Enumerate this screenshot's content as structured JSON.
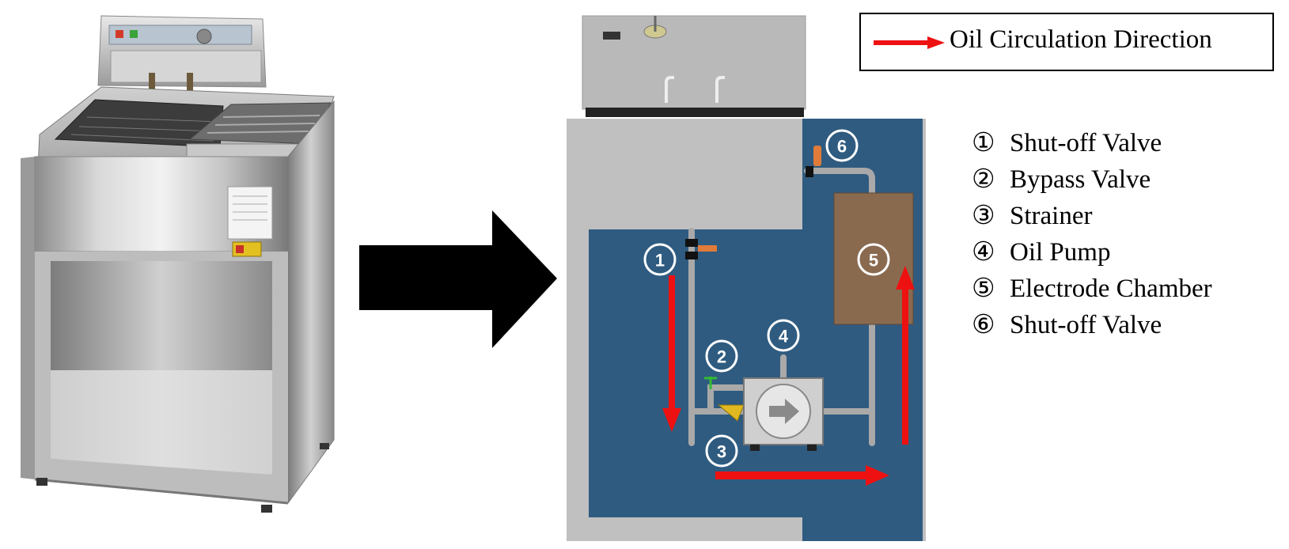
{
  "legend": {
    "arrow_color": "#ee1111",
    "label": "Oil Circulation Direction"
  },
  "parts": [
    {
      "num": "①",
      "label": "Shut-off Valve"
    },
    {
      "num": "②",
      "label": "Bypass Valve"
    },
    {
      "num": "③",
      "label": "Strainer"
    },
    {
      "num": "④",
      "label": "Oil Pump"
    },
    {
      "num": "⑤",
      "label": "Electrode Chamber"
    },
    {
      "num": "⑥",
      "label": "Shut-off Valve"
    }
  ],
  "markers": {
    "m1": "1",
    "m2": "2",
    "m3": "3",
    "m4": "4",
    "m5": "5",
    "m6": "6"
  },
  "colors": {
    "cabinet_blue": "#2f5b80",
    "steel": "#c8c8c8",
    "chamber_brown": "#8a6a4f",
    "valve_orange": "#e07b39",
    "flow_red": "#ee1111"
  }
}
